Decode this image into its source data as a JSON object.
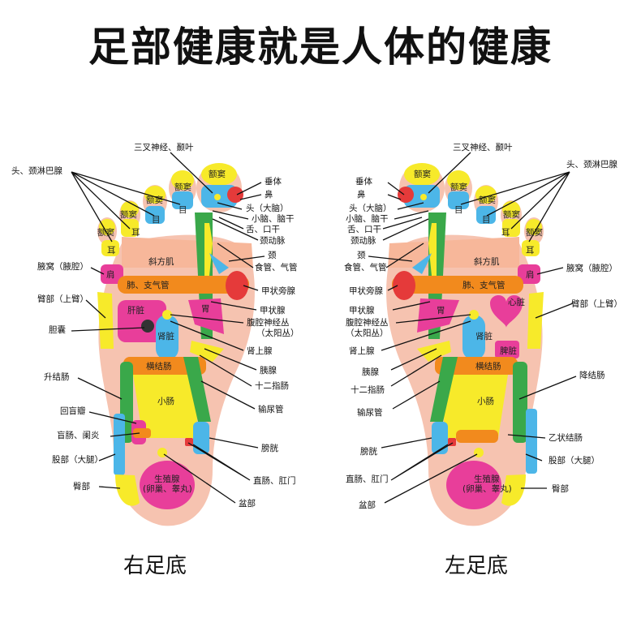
{
  "title": "足部健康就是人体的健康",
  "right_foot": {
    "caption": "右足底",
    "labels": {
      "trigeminal": "三叉神经、颞叶",
      "head_lymph": "头、颈淋巴腺",
      "pituitary": "垂体",
      "nose": "鼻",
      "head_brain": "头（大脑）",
      "cerebellum": "小脑、脑干",
      "tongue": "舌、口干",
      "carotid": "颈动脉",
      "neck": "颈",
      "esophagus": "食管、气管",
      "parathyroid": "甲状旁腺",
      "thyroid": "甲状腺",
      "celiac": "腹腔神经丛",
      "solar": "（太阳丛）",
      "adrenal": "肾上腺",
      "pancreas": "胰腺",
      "duodenum": "十二指肠",
      "ureter": "输尿管",
      "bladder": "膀胱",
      "rectum": "直肠、肛门",
      "pelvis": "盆部",
      "armpit": "腋窝（腋腔）",
      "upper_arm": "臂部（上臂）",
      "gallbladder": "胆囊",
      "ascending": "升结肠",
      "ileocecal": "回盲瓣",
      "appendix": "盲肠、阑炎",
      "thigh": "股部（大腿）",
      "hip": "臀部"
    },
    "inner": {
      "sinus": "额窦",
      "eye": "目",
      "ear": "耳",
      "shoulder": "肩",
      "trapezius": "斜方肌",
      "lung": "肺、支气管",
      "liver": "肝脏",
      "stomach": "胃",
      "kidney": "肾脏",
      "transverse": "横结肠",
      "small_int": "小肠",
      "genital": "生殖腺",
      "ovary": "(卵巢、睾丸)"
    }
  },
  "left_foot": {
    "caption": "左足底",
    "labels": {
      "trigeminal": "三叉神经、颞叶",
      "head_lymph": "头、颈淋巴腺",
      "pituitary": "垂体",
      "nose": "鼻",
      "head_brain": "头（大脑）",
      "cerebellum": "小脑、脑干",
      "tongue": "舌、口干",
      "carotid": "颈动脉",
      "neck": "颈",
      "esophagus": "食管、气管",
      "parathyroid": "甲状旁腺",
      "thyroid": "甲状腺",
      "celiac": "腹腔神经丛",
      "solar": "（太阳丛）",
      "adrenal": "肾上腺",
      "pancreas": "胰腺",
      "duodenum": "十二指肠",
      "ureter": "输尿管",
      "bladder": "膀胱",
      "rectum": "直肠、肛门",
      "pelvis": "盆部",
      "armpit": "腋窝（腋腔）",
      "upper_arm": "臂部（上臂）",
      "descending": "降结肠",
      "sigmoid": "乙状结肠",
      "thigh": "股部（大腿）",
      "hip": "臀部"
    },
    "inner": {
      "sinus": "额窦",
      "eye": "目",
      "ear": "耳",
      "shoulder": "肩",
      "trapezius": "斜方肌",
      "lung": "肺、支气管",
      "heart": "心脏",
      "stomach": "胃",
      "kidney": "肾脏",
      "spleen": "脾脏",
      "transverse": "横结肠",
      "small_int": "小肠",
      "genital": "生殖腺",
      "ovary": "(卵巢、睾丸)"
    }
  },
  "colors": {
    "skin": "#f6c3b0",
    "yellow": "#f7ea2a",
    "blue": "#4cb6e8",
    "magenta": "#e83e9a",
    "orange": "#f28a1d",
    "green": "#3aa84a",
    "red": "#e53a3a"
  }
}
